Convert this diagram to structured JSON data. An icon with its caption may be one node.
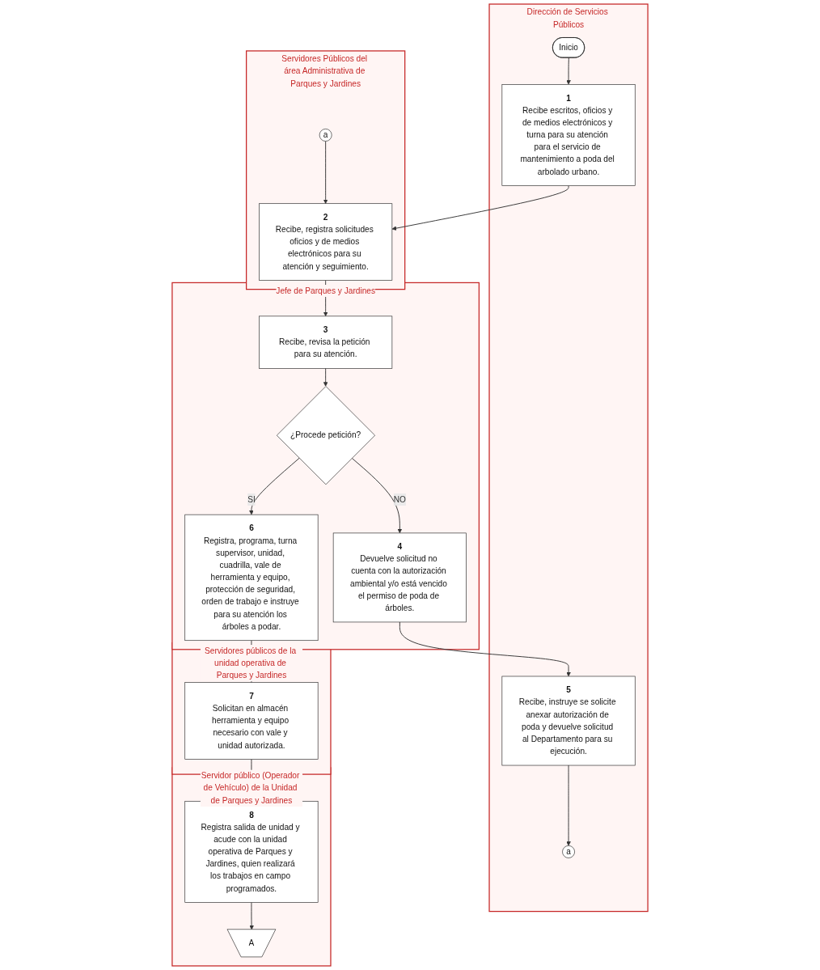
{
  "diagram": {
    "nodes": [
      {
        "text": [
          "Dirección de Servicios Públicos"
        ]
      },
      {
        "text": [
          "Servidores Públicos del área Administrativa de Parques y Jardines"
        ]
      },
      {
        "text": [
          "Jefe de Parques y Jardines"
        ]
      },
      {
        "text": [
          "Servidores públicos de la unidad operativa de Parques y Jardines"
        ]
      },
      {
        "text": [
          "Servidor público (Operador de Vehículo) de la Unidad de Parques y Jardines"
        ]
      },
      {
        "text": [
          "Inicio"
        ],
        "in": 0
      },
      {
        "text": [
          "1",
          "Recibe escritos, oficios y de medios electrónicos y turna para su atención para el servicio de mantenimiento a poda del arbolado urbano."
        ],
        "in": 0
      },
      {
        "text": [
          "a"
        ],
        "in": 1
      },
      {
        "text": [
          "2",
          "Recibe, registra solicitudes oficios y de medios electrónicos para su atención y seguimiento."
        ],
        "in": 1
      },
      {
        "text": [
          "3",
          "Recibe, revisa la petición para su atención."
        ],
        "in": 2
      },
      {
        "text": [
          "¿Procede petición?"
        ],
        "in": 2
      },
      {
        "text": [
          "4",
          "Devuelve solicitud no cuenta con la autorización ambiental y/o está vencido el permiso de poda de árboles."
        ],
        "in": 2
      },
      {
        "text": [
          "5",
          "Recibe, instruye se solicite anexar autorización de poda y devuelve solicitud al Departamento para su ejecución."
        ],
        "in": 0
      },
      {
        "text": [
          "a"
        ],
        "in": 0
      },
      {
        "text": [
          "6",
          "Registra, programa, turna supervisor, unidad, cuadrilla, vale de herramienta y equipo, protección de seguridad, orden de trabajo e instruye para su atención los árboles a podar."
        ],
        "in": 2
      },
      {
        "text": [
          "7",
          "Solicitan en almacén herramienta y equipo necesario con vale y unidad autorizada."
        ],
        "in": 3
      },
      {
        "text": [
          "8",
          "Registra salida de unidad y acude con la unidad operativa de Parques y Jardines, quien realizará los trabajos en campo programados."
        ],
        "in": 4
      },
      {
        "text": [
          "A"
        ],
        "in": 4
      }
    ],
    "edges": [
      {
        "from": 5,
        "to": 6,
        "arrow": "to"
      },
      {
        "from": 6,
        "to": 8,
        "arrow": "to"
      },
      {
        "from": 7,
        "to": 8,
        "arrow": "to"
      },
      {
        "from": 8,
        "to": 9,
        "arrow": "to"
      },
      {
        "from": 9,
        "to": 10,
        "arrow": "to"
      },
      {
        "from": 10,
        "to": 11,
        "arrow": "to",
        "label": "NO"
      },
      {
        "from": 10,
        "to": 14,
        "arrow": "to",
        "label": "SI"
      },
      {
        "from": 11,
        "to": 12,
        "arrow": "to"
      },
      {
        "from": 12,
        "to": 13,
        "arrow": "to"
      },
      {
        "from": 14,
        "to": 15,
        "arrow": "to"
      },
      {
        "from": 15,
        "to": 16,
        "arrow": "to"
      },
      {
        "from": 16,
        "to": 17,
        "arrow": "to"
      }
    ]
  }
}
